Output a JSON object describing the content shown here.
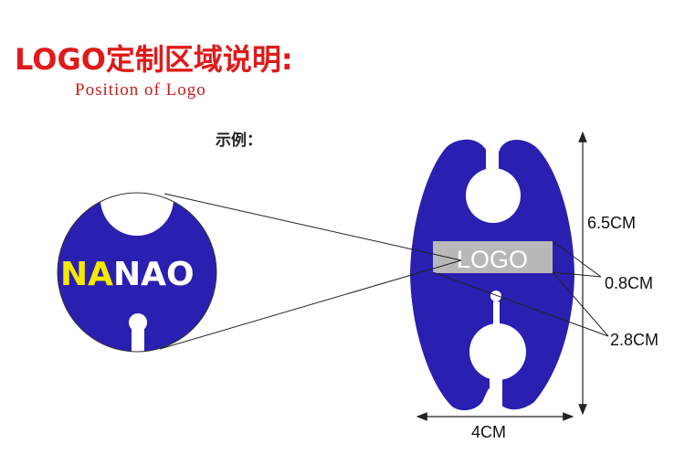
{
  "header": {
    "title": "LOGO定制区域说明:",
    "subtitle": "Position of Logo"
  },
  "example_label": "示例：",
  "magnifier": {
    "brand_part1": "NA",
    "brand_part2": "NAO"
  },
  "product": {
    "logo_placeholder": "LOGO",
    "height_label": "6.5CM",
    "logo_height_label": "0.8CM",
    "logo_width_label": "2.8CM",
    "width_label": "4CM"
  },
  "colors": {
    "title_red": "#e01a1a",
    "product_blue": "#2a1fb0",
    "brand_yellow": "#f4ea00",
    "logo_box_gray": "#b8b8b8"
  }
}
